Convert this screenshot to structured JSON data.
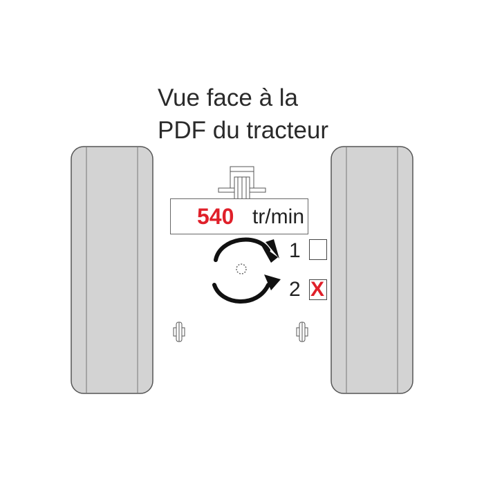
{
  "title": {
    "line1": "Vue face à la",
    "line2": "PDF du tracteur"
  },
  "speed": {
    "value": "540",
    "unit": "tr/min"
  },
  "rotation_options": [
    {
      "number": "1",
      "checked": false,
      "mark": ""
    },
    {
      "number": "2",
      "checked": true,
      "mark": "X"
    }
  ],
  "colors": {
    "tire": "#d3d3d3",
    "tire_outline": "#555555",
    "accent_red": "#e0202a",
    "arrow": "#111111"
  },
  "icons": [
    "tire-left",
    "tire-right",
    "pto-shaft",
    "rotation-arrow-clockwise",
    "rotation-arrow-counterclockwise",
    "hitch-pin-left",
    "hitch-pin-right"
  ]
}
